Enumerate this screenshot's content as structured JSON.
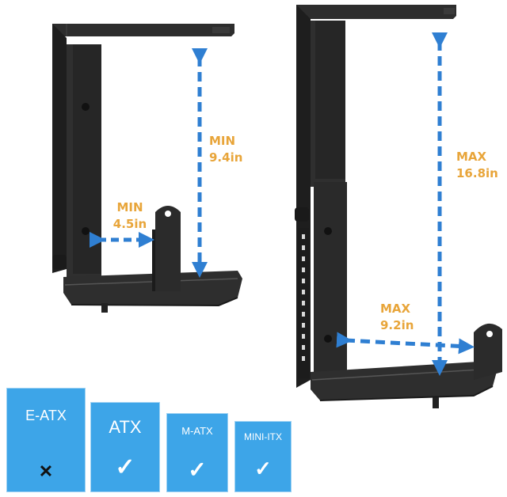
{
  "dimensions": {
    "left_min_height": {
      "label": "MIN",
      "value": "9.4in"
    },
    "left_min_width": {
      "label": "MIN",
      "value": "4.5in"
    },
    "right_max_height": {
      "label": "MAX",
      "value": "16.8in"
    },
    "right_max_width": {
      "label": "MAX",
      "value": "9.2in"
    }
  },
  "compatibility": [
    {
      "name": "E-ATX",
      "mark": "✕",
      "supported": false
    },
    {
      "name": "ATX",
      "mark": "✓",
      "supported": true
    },
    {
      "name": "M-ATX",
      "mark": "✓",
      "supported": true
    },
    {
      "name": "MINI-ITX",
      "mark": "✓",
      "supported": true
    }
  ],
  "colors": {
    "arrow": "#2f7fd2",
    "label": "#e8a53a",
    "badge": "#3da5e8",
    "bracket": "#2b2b2b"
  }
}
